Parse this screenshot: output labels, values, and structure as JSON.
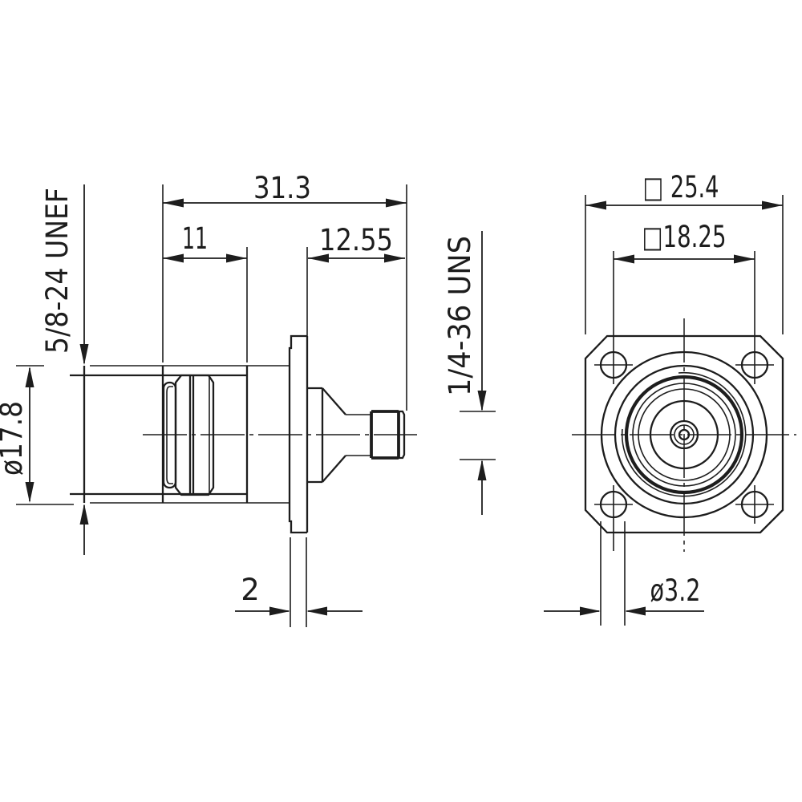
{
  "meta": {
    "description": "Two-view technical dimension drawing of a 4-hole flange-mount coaxial adapter",
    "ink_color": "#1d1d1d",
    "background_color": "#ffffff"
  },
  "side_view": {
    "overall_length": "31.3",
    "front_section_length": "11",
    "rear_section_length": "12.55",
    "front_thread": "5/8-24 UNEF",
    "rear_thread": "1/4-36 UNS",
    "body_diameter": "ø17.8",
    "flange_thickness": "2"
  },
  "front_view": {
    "flange_square": "□ 25.4",
    "hole_spacing": "□18.25",
    "hole_diameter": "ø3.2"
  }
}
